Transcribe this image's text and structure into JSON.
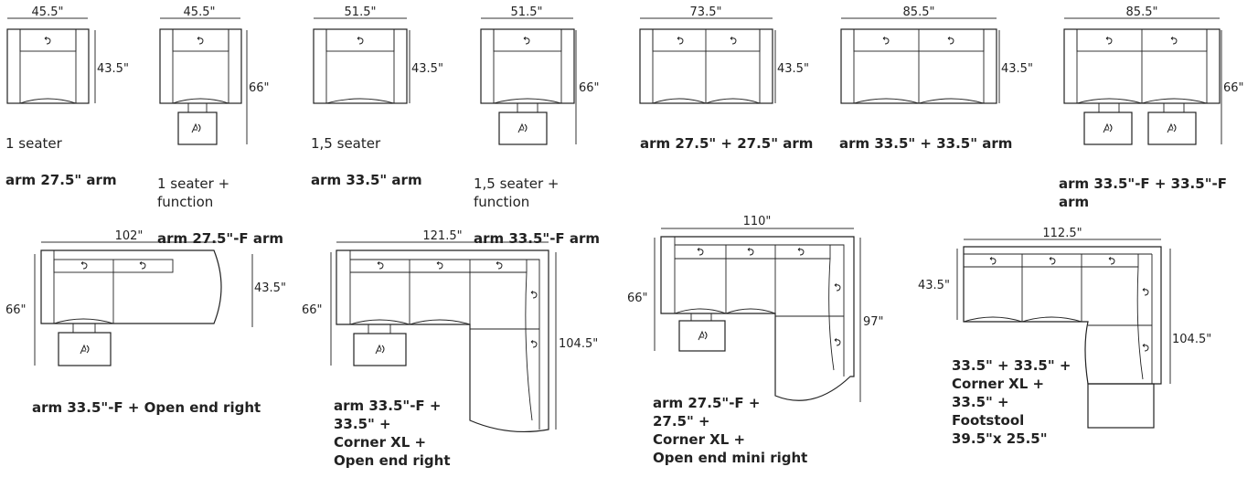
{
  "modules": [
    {
      "id": "m1",
      "width": "45.5\"",
      "depth": "43.5\"",
      "line1": "1 seater",
      "line2": "arm 27.5\" arm"
    },
    {
      "id": "m2",
      "width": "45.5\"",
      "depth": "66\"",
      "line1": "1 seater +\nfunction",
      "line2": "arm 27.5\"-F arm"
    },
    {
      "id": "m3",
      "width": "51.5\"",
      "depth": "43.5\"",
      "line1": "1,5 seater",
      "line2": "arm 33.5\" arm"
    },
    {
      "id": "m4",
      "width": "51.5\"",
      "depth": "66\"",
      "line1": "1,5 seater +\nfunction",
      "line2": "arm 33.5\"-F arm"
    },
    {
      "id": "m5",
      "width": "73.5\"",
      "depth": "43.5\"",
      "line1": "",
      "line2": "arm 27.5\" + 27.5\" arm"
    },
    {
      "id": "m6",
      "width": "85.5\"",
      "depth": "43.5\"",
      "line1": "",
      "line2": "arm 33.5\" + 33.5\" arm"
    },
    {
      "id": "m7",
      "width": "85.5\"",
      "depth": "66\"",
      "line1": "",
      "line2": "arm 33.5\"-F + 33.5\"-F arm"
    },
    {
      "id": "m8",
      "width": "102\"",
      "depth": "66\"",
      "depth2": "43.5\"",
      "line1": "",
      "line2": "arm 33.5\"-F + Open end right"
    },
    {
      "id": "m9",
      "width": "121.5\"",
      "depth": "66\"",
      "depth2": "104.5\"",
      "line1": "",
      "line2": "arm 33.5\"-F +\n33.5\" +\nCorner XL +\nOpen end right"
    },
    {
      "id": "m10",
      "width": "110\"",
      "depth": "66\"",
      "depth2": "97\"",
      "line1": "",
      "line2": "arm 27.5\"-F +\n27.5\" +\nCorner XL +\nOpen end mini right"
    },
    {
      "id": "m11",
      "width": "112.5\"",
      "depth": "43.5\"",
      "depth2": "104.5\"",
      "line1": "",
      "line2": "33.5\" + 33.5\" +\nCorner XL +\n33.5\" +\nFootstool\n39.5\"x 25.5\""
    }
  ]
}
